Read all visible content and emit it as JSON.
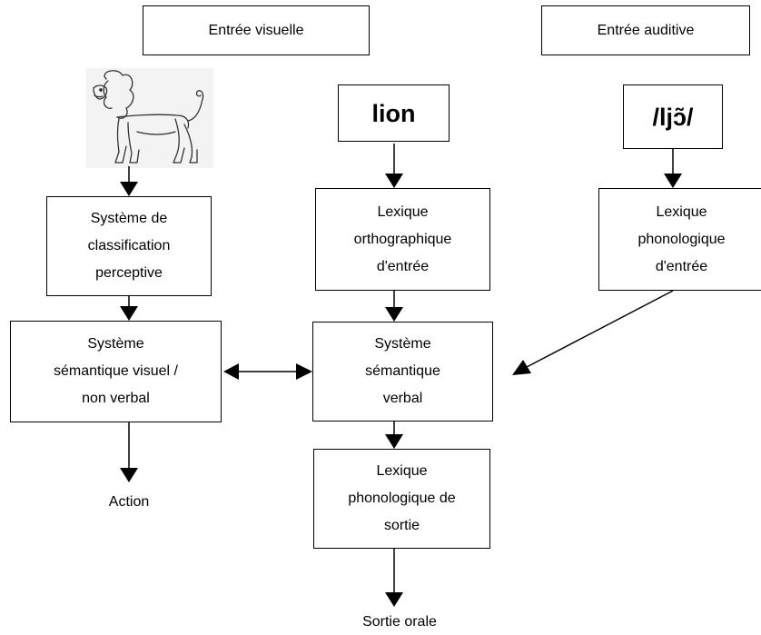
{
  "inputs": {
    "visual": "Entrée visuelle",
    "auditory": "Entrée auditive"
  },
  "word": {
    "written": "lion",
    "phonetic": "/ljɔ̃/"
  },
  "image": {
    "icon": "lion-drawing-icon"
  },
  "modules": {
    "perceptual": "Système de\nclassification\nperceptive",
    "ortho_lexicon": "Lexique\northographique\nd'entrée",
    "phono_input_lexicon": "Lexique\nphonologique\nd'entrée",
    "semantic_visual": "Système\nsémantique visuel /\nnon verbal",
    "semantic_verbal": "Système\nsémantique\nverbal",
    "phono_output_lexicon": "Lexique\nphonologique de\nsortie"
  },
  "outputs": {
    "action": "Action",
    "oral": "Sortie orale"
  }
}
